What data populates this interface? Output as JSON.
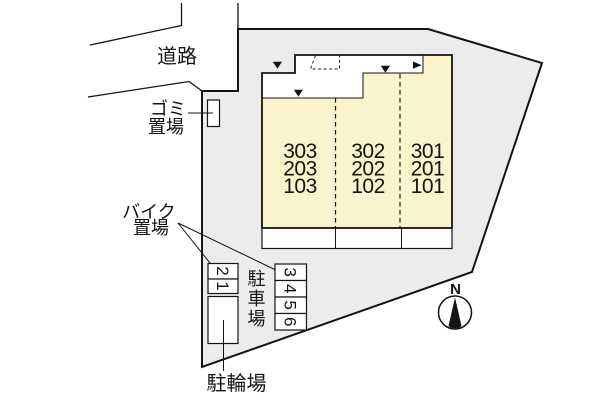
{
  "labels": {
    "road": "道路",
    "garbage": [
      "ゴミ",
      "置場"
    ],
    "bike": [
      "バイク",
      "置場"
    ],
    "parking_vertical": [
      "駐",
      "車",
      "場"
    ],
    "bicycle": "駐輪場",
    "compass_north": "N"
  },
  "building": {
    "unit_columns": [
      {
        "units": [
          "303",
          "203",
          "103"
        ]
      },
      {
        "units": [
          "302",
          "202",
          "102"
        ]
      },
      {
        "units": [
          "301",
          "201",
          "101"
        ]
      }
    ]
  },
  "parking": {
    "bike_stack": [
      "2",
      "1"
    ],
    "car_stack": [
      "3",
      "4",
      "5",
      "6"
    ]
  },
  "colors": {
    "site_fill": "#ececec",
    "building_fill": "#faf3cb",
    "line": "#141414"
  }
}
